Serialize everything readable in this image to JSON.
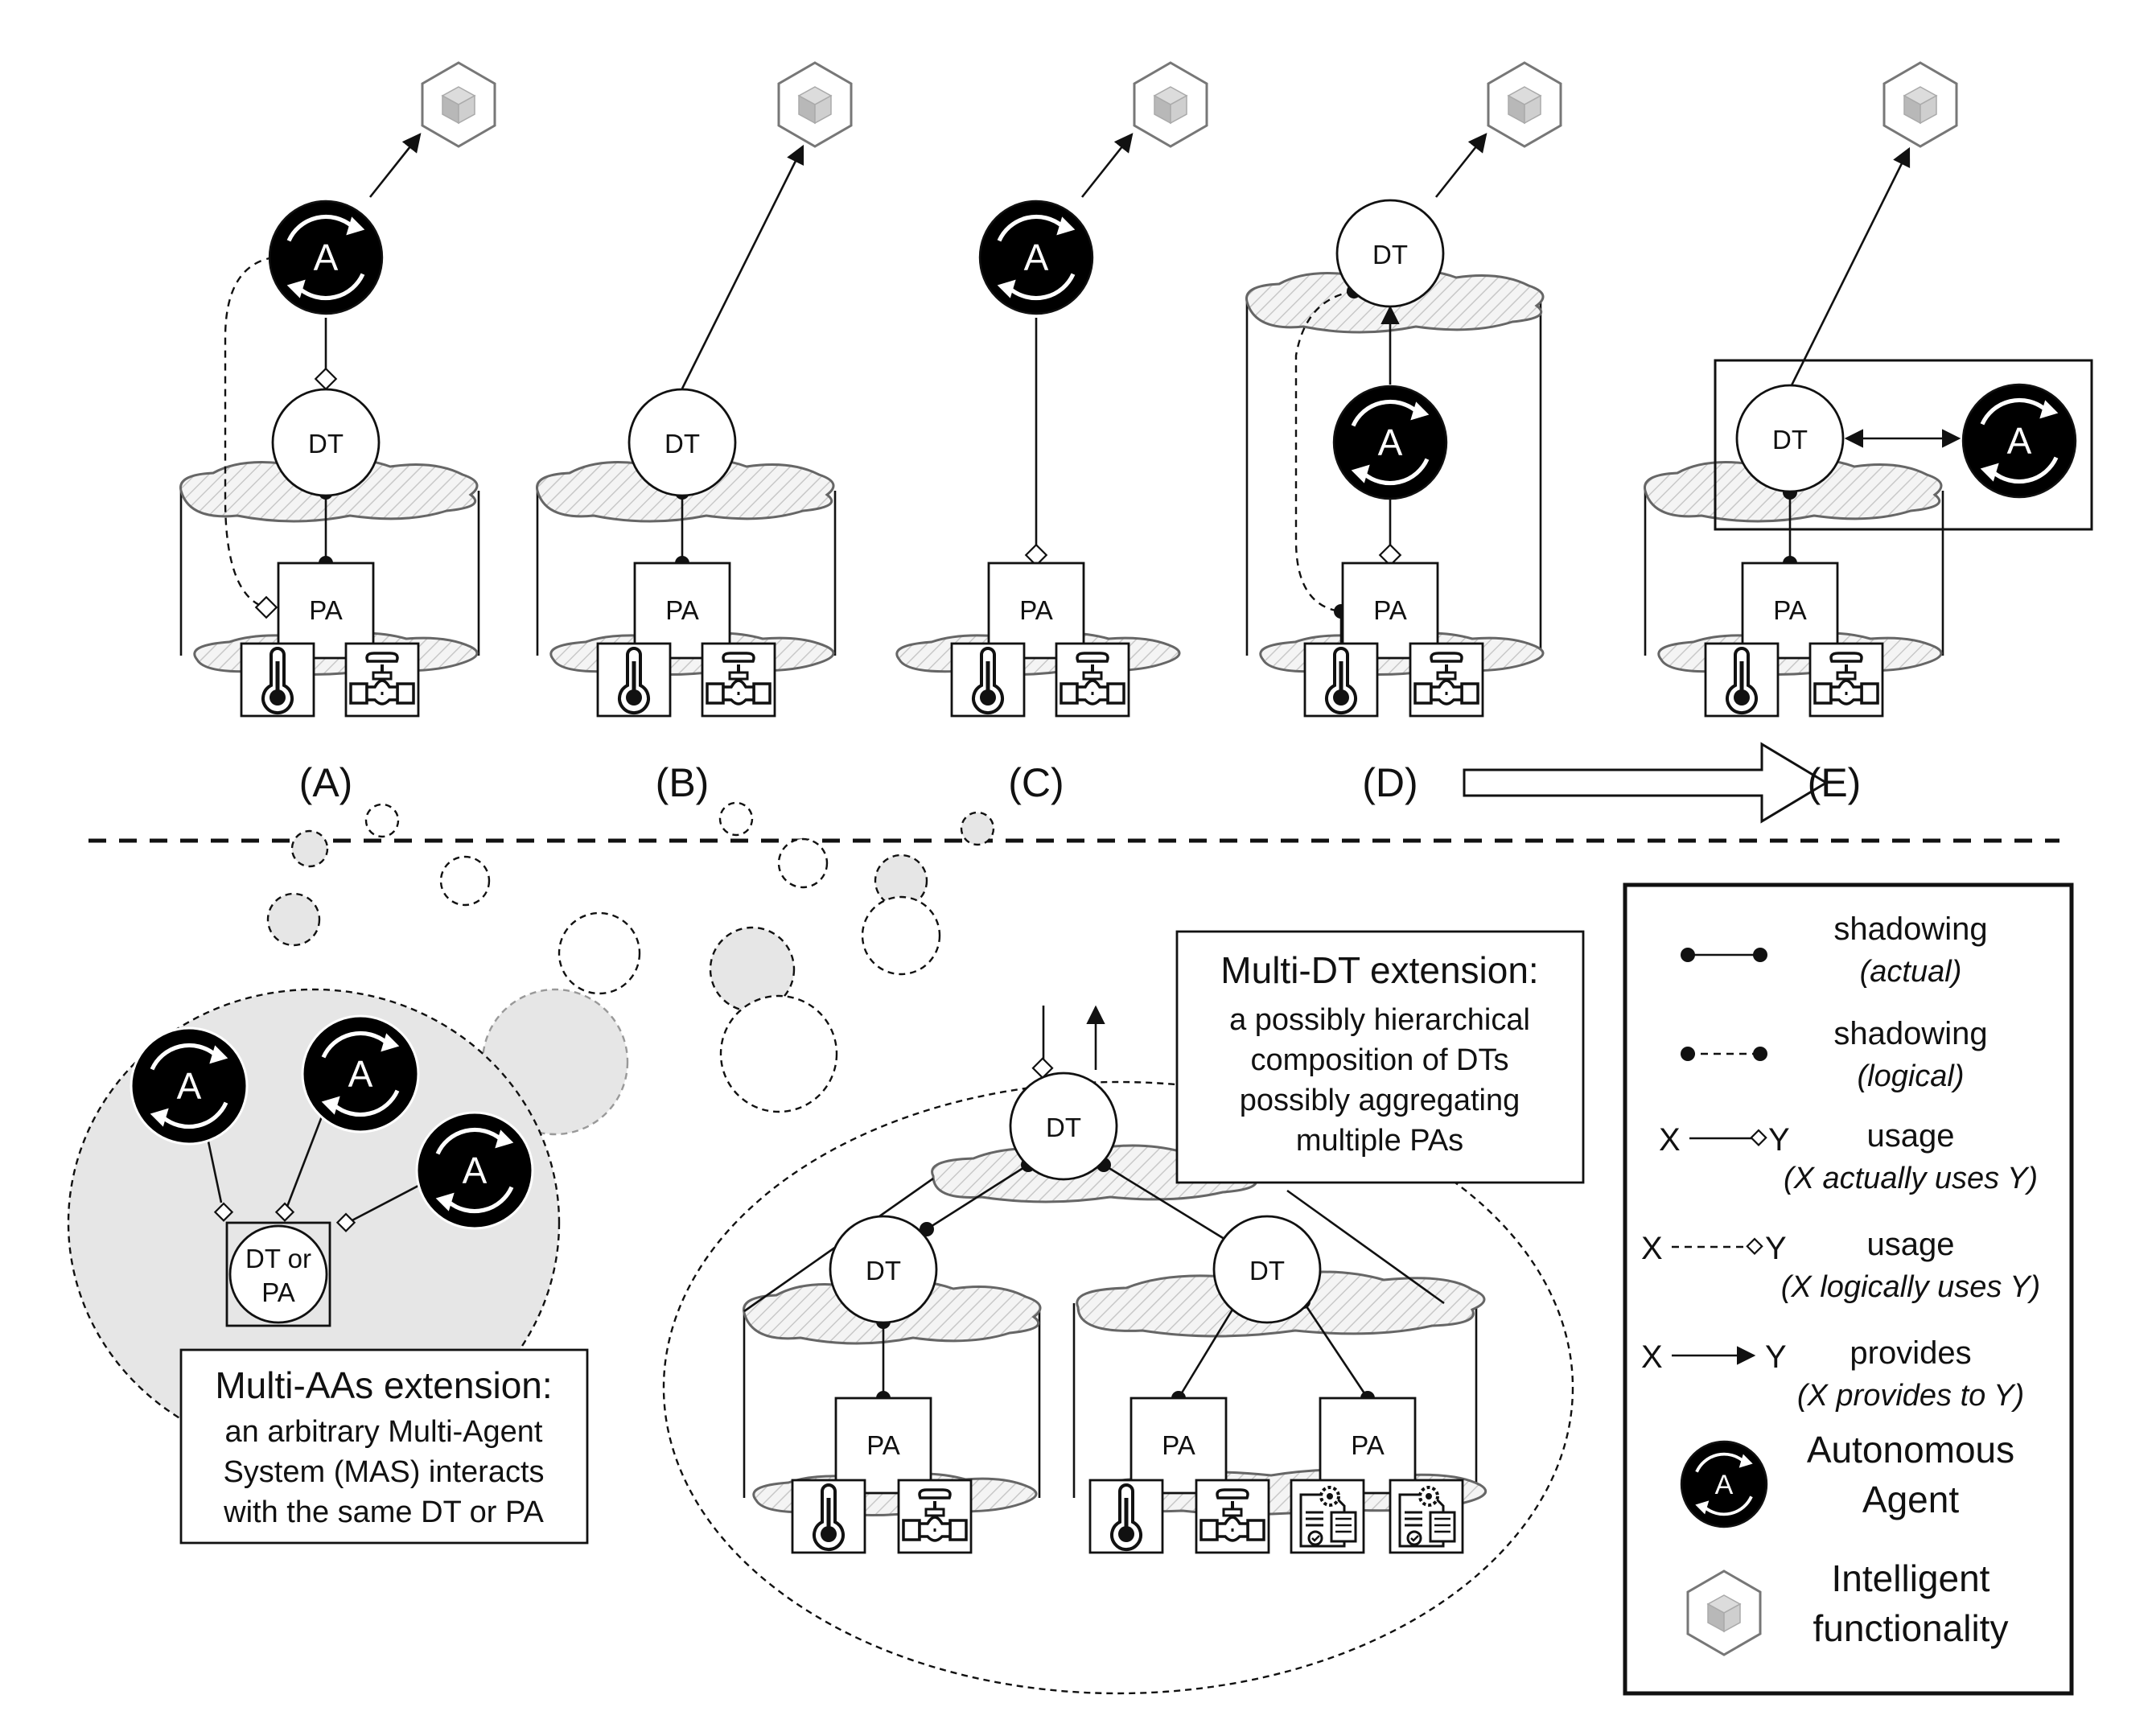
{
  "labels": {
    "dt": "DT",
    "pa": "PA",
    "agent": "A",
    "dt_or": "DT or",
    "dt_or_pa": "PA"
  },
  "panels": {
    "a": "(A)",
    "b": "(B)",
    "c": "(C)",
    "d": "(D)",
    "e": "(E)"
  },
  "multi_aa": {
    "title": "Multi-AAs extension:",
    "line1": "an arbitrary Multi-Agent",
    "line2": "System (MAS) interacts",
    "line3": "with the same DT or PA"
  },
  "multi_dt": {
    "title": "Multi-DT extension:",
    "line1": "a possibly hierarchical",
    "line2": "composition of DTs",
    "line3": "possibly aggregating",
    "line4": "multiple PAs"
  },
  "legend": {
    "shadow_actual": "shadowing",
    "shadow_actual_sub": "(actual)",
    "shadow_logical": "shadowing",
    "shadow_logical_sub": "(logical)",
    "x": "X",
    "y": "Y",
    "usage_actual": "usage",
    "usage_actual_sub": "(X actually uses Y)",
    "usage_logical": "usage",
    "usage_logical_sub": "(X logically uses Y)",
    "provides": "provides",
    "provides_sub": "(X provides to Y)",
    "aa_line1": "Autonomous",
    "aa_line2": "Agent",
    "if_line1": "Intelligent",
    "if_line2": "functionality"
  },
  "icons": {
    "agent": "autonomous-agent-icon",
    "intelligent": "intelligent-functionality-cube-icon",
    "sensor": "thermometer-icon",
    "actuator": "valve-icon",
    "document": "document-gear-icon"
  },
  "colors": {
    "ink": "#111111",
    "bubble_fill": "#e6e6e6",
    "cloud_stroke": "#666666",
    "cube_face": "#c8c8c8"
  }
}
